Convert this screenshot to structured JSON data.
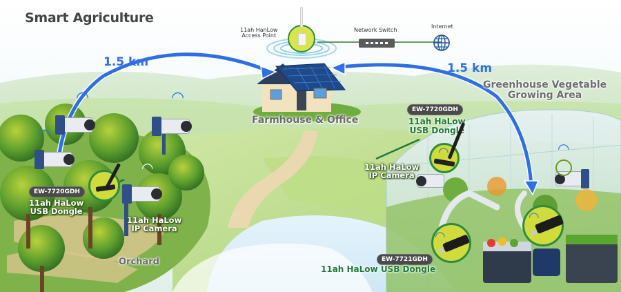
{
  "title": "Smart Agriculture",
  "distances": {
    "left": "1.5 km",
    "right": "1.5 km"
  },
  "network": {
    "access_point": {
      "line1": "11ah HanLow",
      "line2": "Access Point"
    },
    "switch": {
      "label": "Network Switch"
    },
    "internet": {
      "label": "Internet"
    }
  },
  "areas": {
    "farmhouse": "Farmhouse & Office",
    "greenhouse": {
      "line1": "Greenhouse Vegetable",
      "line2": "Growing Area"
    },
    "orchard": "Orchard"
  },
  "orchard_devices": {
    "dongle": {
      "model": "EW-7720GDH",
      "line1": "11ah HaLow",
      "line2": "USB Dongle"
    },
    "camera": {
      "line1": "11ah HaLow",
      "line2": "IP Camera"
    }
  },
  "greenhouse_devices": {
    "dongle": {
      "model": "EW-7720GDH",
      "line1": "11ah HaLow",
      "line2": "USB Dongle"
    },
    "camera": {
      "line1": "11ah HaLow",
      "line2": "IP Camera"
    },
    "compact_dongle": {
      "model": "EW-7721GDH",
      "label": "11ah HaLow USB Dongle"
    }
  },
  "colors": {
    "arrow_blue": "#2f6fe6",
    "label_green": "#1e7a3a",
    "callout_lime": "#d9e64a",
    "callout_ring": "#2e8b3e",
    "pill_dark": "#4a4a4a",
    "link_green": "#2e7d32"
  },
  "icons": [
    "wifi-icon",
    "globe-icon",
    "network-switch-icon",
    "access-point-icon",
    "ip-camera-icon",
    "usb-dongle-icon",
    "house-icon",
    "solar-panel-icon"
  ]
}
